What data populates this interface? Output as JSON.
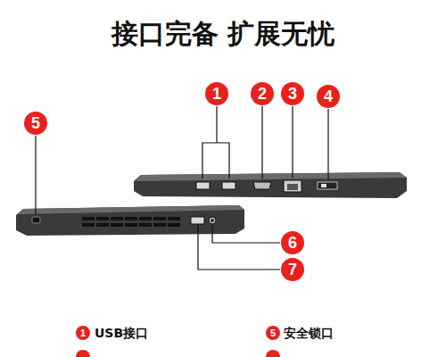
{
  "diagram": {
    "title": "接口完备 扩展无忧",
    "nodes": [
      {
        "text": [
          "1"
        ]
      },
      {
        "text": [
          "2"
        ]
      },
      {
        "text": [
          "3"
        ]
      },
      {
        "text": [
          "4"
        ]
      },
      {
        "text": [
          "5"
        ]
      },
      {
        "text": [
          "6"
        ]
      },
      {
        "text": [
          "7"
        ]
      },
      {
        "text": [
          "1"
        ]
      },
      {
        "text": [
          "5"
        ]
      }
    ],
    "labels": [
      "USB接口",
      "安全锁口"
    ]
  }
}
